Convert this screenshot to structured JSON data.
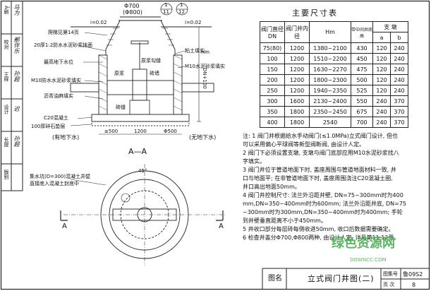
{
  "side_panel": {
    "rows": [
      {
        "label": "Ā剧",
        "sig": "马为"
      },
      {
        "label": "校对",
        "sig": "鄯伴乐"
      },
      {
        "label": "王样",
        "sig": "孙超"
      },
      {
        "label": "设计",
        "sig": "迟"
      },
      {
        "label": "长提",
        "sig": "孙超"
      },
      {
        "label": "版别",
        "sig": ""
      }
    ]
  },
  "table": {
    "title": "主要尺寸表",
    "headers": {
      "dn": "阀门直径DN",
      "hm": "阀门井内径",
      "h": "Hm",
      "depth": "带中间井底高",
      "support": "支 墩",
      "s1": "a",
      "s2": "b"
    },
    "rows": [
      [
        "75(80)",
        "1200",
        "1380~2100",
        "430",
        "120",
        "240"
      ],
      [
        "100",
        "1200",
        "1510~2200",
        "450",
        "120",
        "240"
      ],
      [
        "150",
        "1200",
        "1630~2270",
        "475",
        "120",
        "240"
      ],
      [
        "200",
        "1200",
        "1800~2300",
        "500",
        "120",
        "240"
      ],
      [
        "250",
        "1200",
        "1940~2350",
        "525",
        "120",
        "240"
      ],
      [
        "300",
        "1600",
        "2130~2400",
        "550",
        "240",
        "370"
      ],
      [
        "350",
        "1800",
        "2350~2450",
        "675",
        "240",
        "370"
      ],
      [
        "400",
        "1800",
        "2540",
        "700",
        "240",
        "370"
      ]
    ]
  },
  "notes": [
    "注: 1  阀门井根据给水手动阀门(≤1.0MPa)立式阀门设计, 但也",
    "         可以采用偏心平球阀等新型阀断阀, 由设计人定。",
    "     2  阀门下必须设置支墩, 支墩与阀门底部应用M10水泥砂浆找八",
    "         字填实。",
    "     3  阀门井位于管道地面下时, 盖座周围与管道地面材料一致, 井",
    "         口与地面平; 在非管道地面下时, 盖座周围浇注C20混凝土圈,",
    "         井口高出地面50mm。",
    "     4  阀门井控制尺寸:  法兰外沿距井壁, DN=75~300mm时为400",
    "         mm,DN=350~400mm时为600mm;  法兰外沿距井底, DN=75",
    "         ~300mm时为300mm,DN=350~400mm时为400mm;  手轮",
    "         到井壁垂直距离不小于450mm。",
    "     5  井收口部分每层砖每侧收进50mm, 收口后数据需要确定。",
    "     6  检查井盖分Φ700,Φ800两种, 由设计人定, 详见第11,12页。"
  ],
  "drawing": {
    "phi700": "Φ700",
    "phi800": "(Φ800)",
    "ref1": "1",
    "ref1b": "11",
    "ref2": "1",
    "ref2b": "12",
    "elev": "i=0.02",
    "elev2": "i=0.02",
    "callouts_left": [
      "爬梯见第14页",
      "20厚1:2防水水泥砂浆抹面",
      "最高地下水位",
      "M10防水水泥砂浆填实",
      "沥青油麻填实",
      "C20混凝土",
      "100厚碎石垫层"
    ],
    "callouts_right": [
      "原浆勾缝",
      "粘土填实",
      "M10水泥砂浆填实",
      "砖墙"
    ],
    "center_label": "原浆",
    "mid_label": "砖缝",
    "dims": [
      "DN+100",
      "Hm",
      "1200",
      "≥500",
      "Φ500"
    ],
    "wet": "(有地下水)",
    "dry": "(无地下水)",
    "section_title": "A—A",
    "plan_callouts": [
      "集水坑(D=300)混凝土井壁",
      "直接底入混凝土封底中"
    ],
    "angle": "45°",
    "mark_a": "A"
  },
  "title_block": {
    "label": "图名",
    "name": "立式阀门井图(二)",
    "atlas_label": "图集号",
    "atlas_no": "鲁09S2",
    "page_label": "页 次",
    "page_no": "8"
  },
  "watermark": {
    "text": "绿色资源网",
    "site": "DOWNCC.COM"
  }
}
